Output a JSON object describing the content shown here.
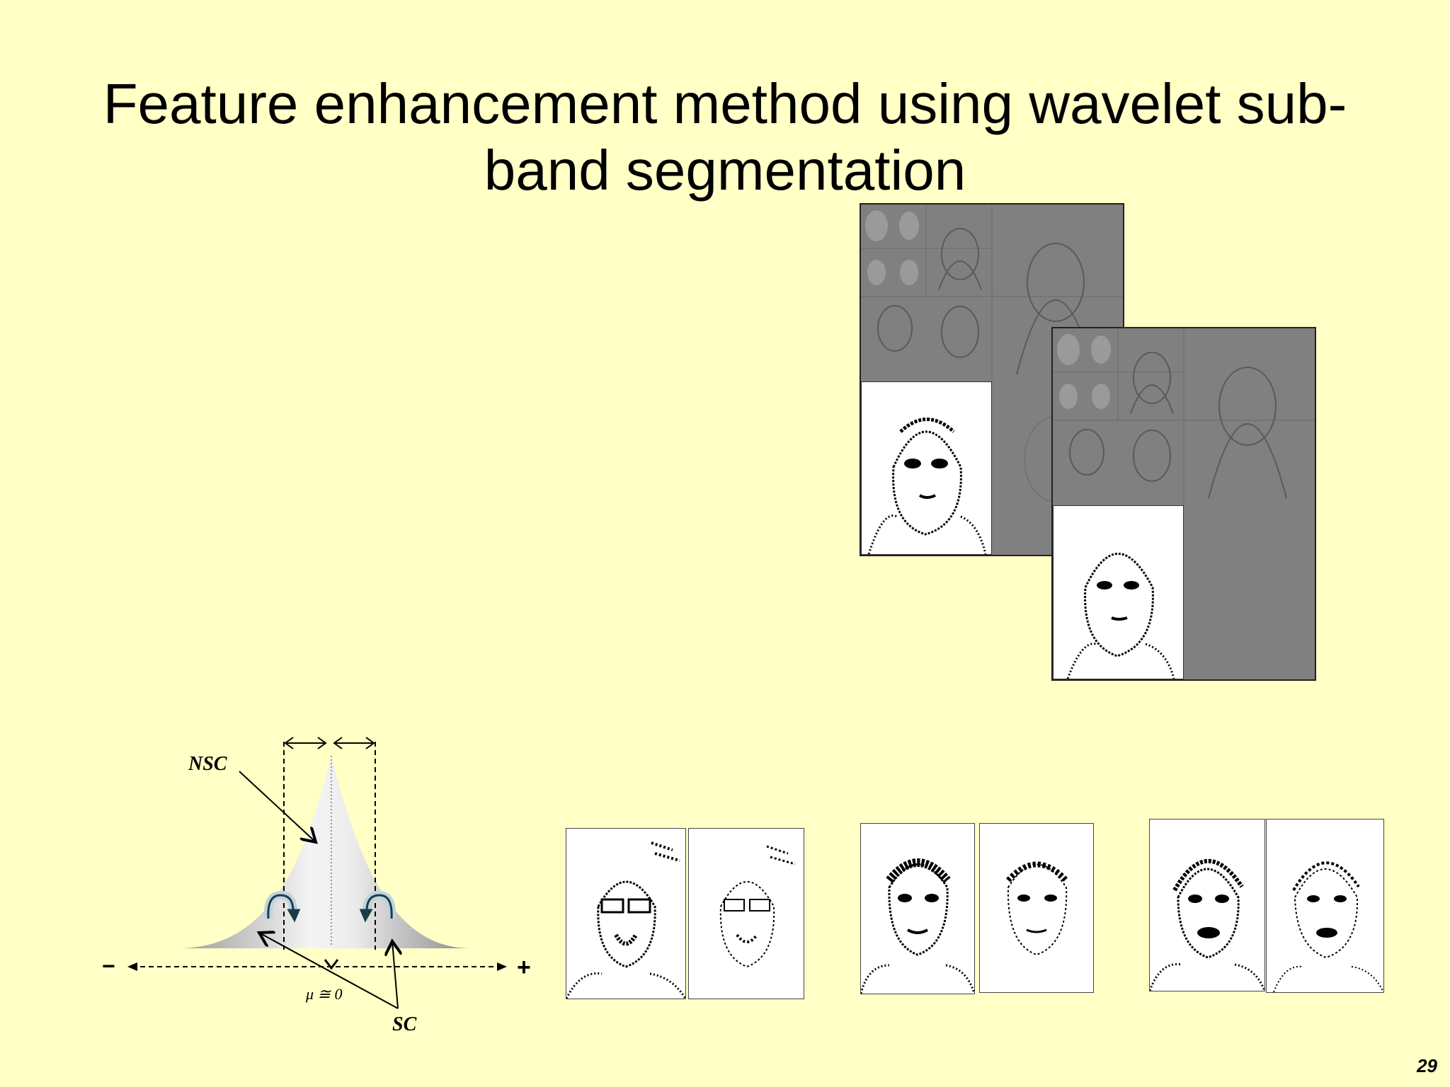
{
  "slide": {
    "title_line1": "Feature enhancement method using wavelet sub-",
    "title_line2": "band segmentation",
    "page_number": "29"
  },
  "diagram": {
    "label_nsc": "NSC",
    "label_sc": "SC",
    "label_mu": "μ ≅ 0",
    "axis_minus": "−",
    "axis_plus": "+"
  },
  "colors": {
    "background": "#FFFFC6",
    "subband_gray": "#808080"
  }
}
